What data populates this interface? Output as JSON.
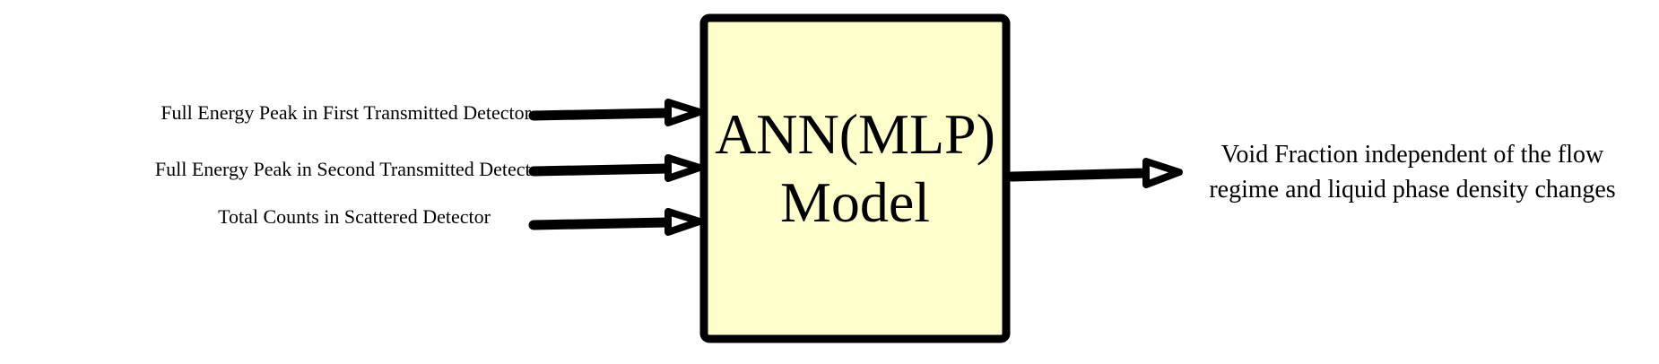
{
  "inputs": [
    {
      "label": "Full Energy Peak in First Transmitted Detector"
    },
    {
      "label": "Full Energy Peak in Second Transmitted Detector"
    },
    {
      "label": "Total Counts in Scattered Detector"
    }
  ],
  "model": {
    "line1": "ANN(MLP)",
    "line2": "Model",
    "fill": "#FFFFCC",
    "stroke": "#000000"
  },
  "output": {
    "line1": "Void Fraction independent of the flow",
    "line2": "regime and liquid phase density changes"
  }
}
